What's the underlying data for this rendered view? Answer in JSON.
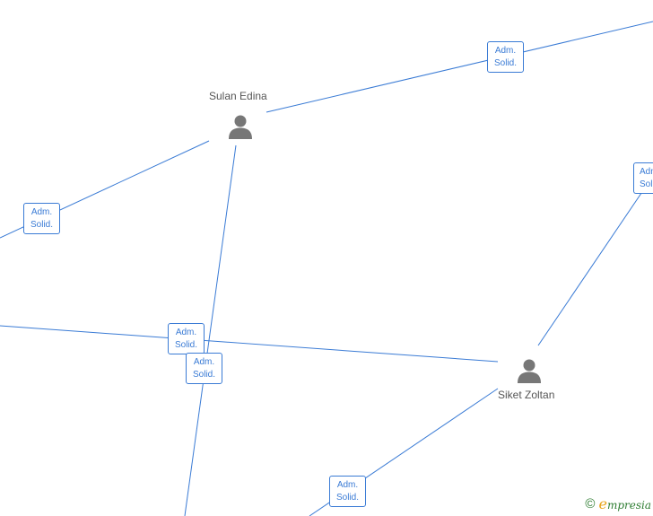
{
  "colors": {
    "edge": "#3a7bd5",
    "person_icon": "#777777",
    "label": "#555555",
    "watermark": "#2e7d32"
  },
  "persons": [
    {
      "id": "sulan",
      "name": "Sulan Edina",
      "icon": "person-icon"
    },
    {
      "id": "siket",
      "name": "Siket Zoltan",
      "icon": "person-icon"
    }
  ],
  "roles": [
    {
      "line1": "Adm.",
      "line2": "Solid."
    },
    {
      "line1": "Adm.",
      "line2": "Solid."
    },
    {
      "line1": "Adm.",
      "line2": "Solid."
    },
    {
      "line1": "Adm.",
      "line2": "Solid."
    },
    {
      "line1": "Adm.",
      "line2": "Solid."
    },
    {
      "line1": "Adm",
      "line2": "Sol"
    }
  ],
  "watermark": {
    "symbol": "©",
    "brand_initial": "e",
    "brand_rest": "mpresia",
    "icon": "copyright-icon"
  }
}
